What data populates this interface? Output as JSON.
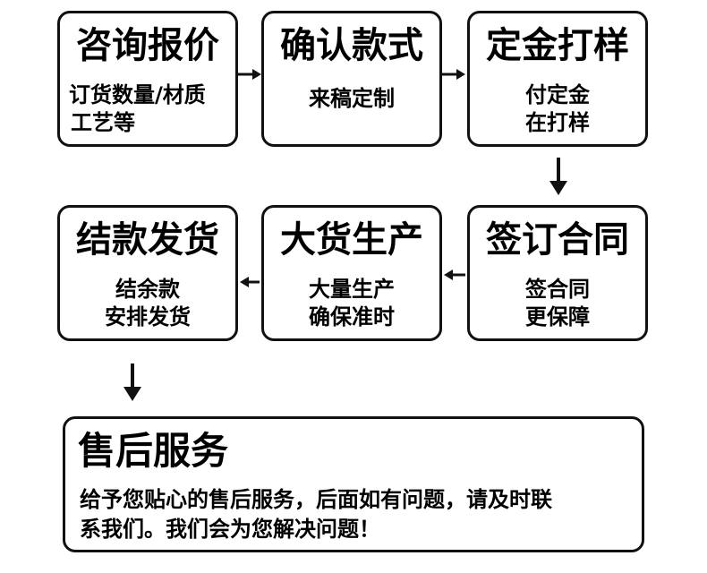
{
  "steps": [
    {
      "id": "consult",
      "title": "咨询报价",
      "lines": [
        "订货数量/材质",
        "工艺等"
      ]
    },
    {
      "id": "confirm",
      "title": "确认款式",
      "lines": [
        "来稿定制"
      ]
    },
    {
      "id": "deposit",
      "title": "定金打样",
      "lines": [
        "付定金",
        "在打样"
      ]
    },
    {
      "id": "contract",
      "title": "签订合同",
      "lines": [
        "签合同",
        "更保障"
      ]
    },
    {
      "id": "produce",
      "title": "大货生产",
      "lines": [
        "大量生产",
        "确保准时"
      ]
    },
    {
      "id": "settle",
      "title": "结款发货",
      "lines": [
        "结余款",
        "安排发货"
      ]
    }
  ],
  "after_sales": {
    "title": "售后服务",
    "lines": [
      "给予您贴心的售后服务，后面如有问题，请及时联",
      "系我们。我们会为您解决问题！"
    ]
  },
  "colors": {
    "border": "#111111",
    "text": "#000000",
    "background": "#ffffff"
  }
}
